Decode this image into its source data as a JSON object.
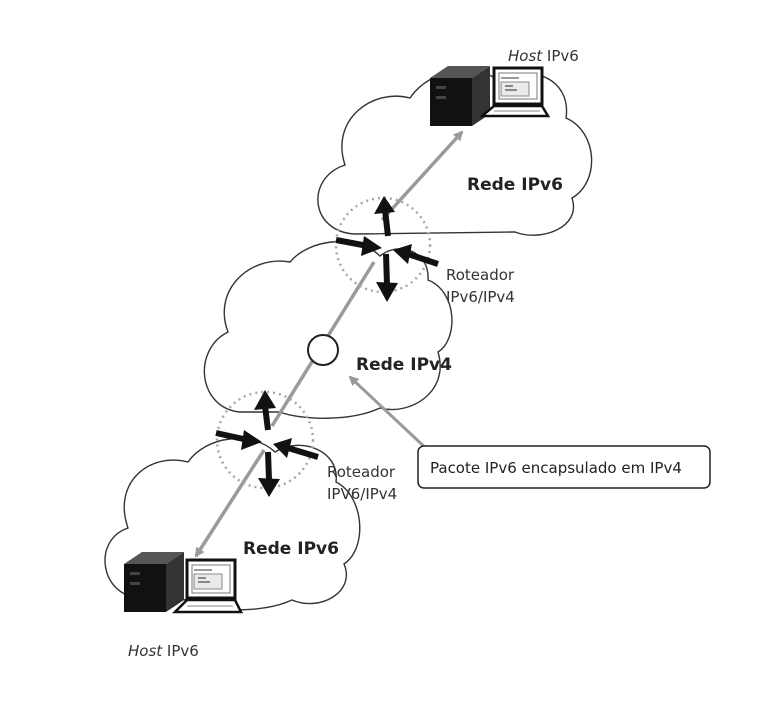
{
  "networks": {
    "top": "Rede IPv6",
    "middle": "Rede IPv4",
    "bottom": "Rede IPv6"
  },
  "routers": {
    "upper": [
      "Roteador",
      "IPv6/IPv4"
    ],
    "lower": [
      "Roteador",
      "IPV6/IPv4"
    ]
  },
  "hosts": {
    "top": {
      "italic": "Host",
      "rest": " IPv6"
    },
    "bottom": {
      "italic": "Host",
      "rest": " IPv6"
    }
  },
  "callout": "Pacote IPv6 encapsulado em IPv4"
}
